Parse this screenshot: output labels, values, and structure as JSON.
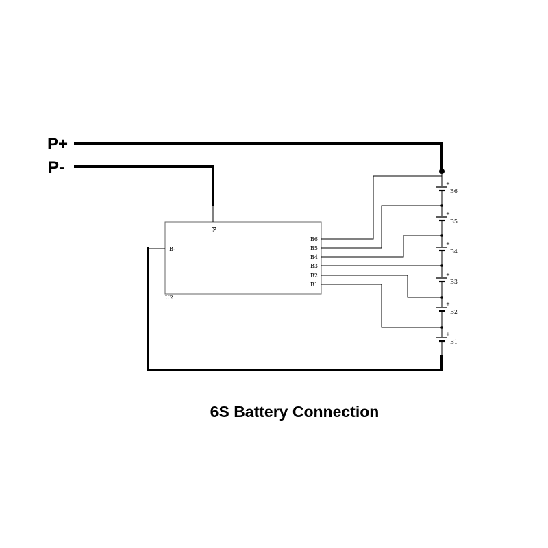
{
  "terminals": {
    "p_plus": "P+",
    "p_minus": "P-"
  },
  "module": {
    "designator": "U2",
    "pins": {
      "b_minus": "B-",
      "p_minus": "P-",
      "b6": "B6",
      "b5": "B5",
      "b4": "B4",
      "b3": "B3",
      "b2": "B2",
      "b1": "B1"
    }
  },
  "cells": [
    "B6",
    "B5",
    "B4",
    "B3",
    "B2",
    "B1"
  ],
  "cell_polarity": "+",
  "caption": "6S Battery Connection"
}
